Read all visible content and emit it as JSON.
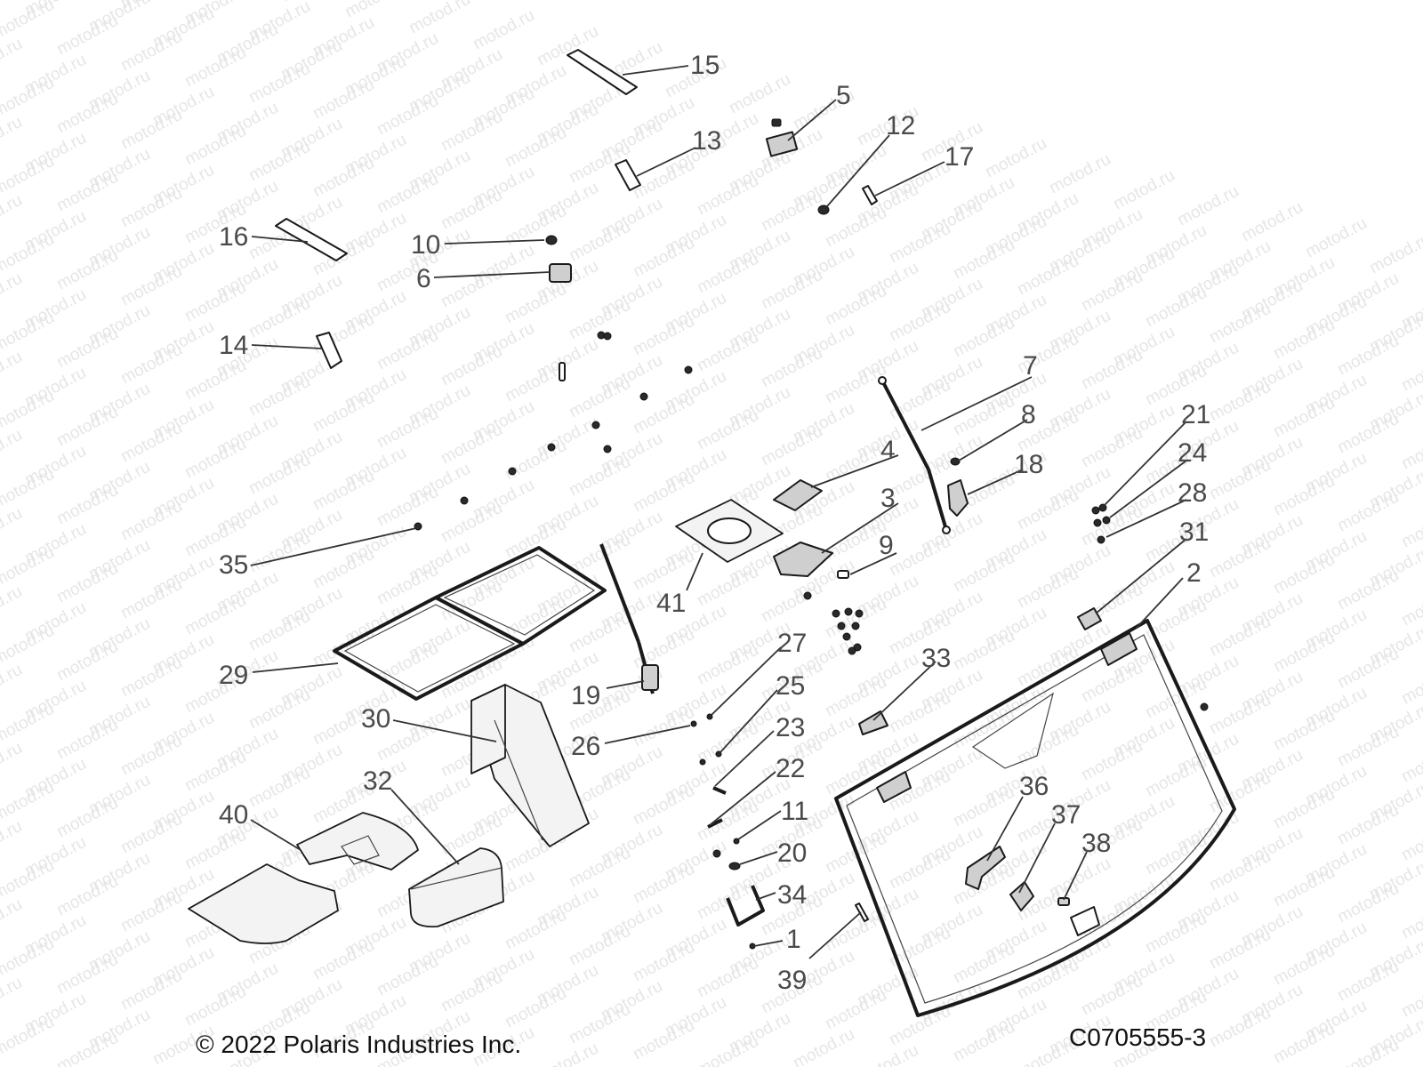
{
  "watermark": "motod.ru",
  "copyright": "© 2022 Polaris Industries Inc.",
  "figure_code": "C0705555-3",
  "callouts": {
    "c1": "1",
    "c2": "2",
    "c3": "3",
    "c4": "4",
    "c5": "5",
    "c6": "6",
    "c7": "7",
    "c8": "8",
    "c9": "9",
    "c10": "10",
    "c11": "11",
    "c12": "12",
    "c13": "13",
    "c14": "14",
    "c15": "15",
    "c16": "16",
    "c17": "17",
    "c18": "18",
    "c19": "19",
    "c20": "20",
    "c21": "21",
    "c22": "22",
    "c23": "23",
    "c24": "24",
    "c25": "25",
    "c26": "26",
    "c27": "27",
    "c28": "28",
    "c29": "29",
    "c30": "30",
    "c31": "31",
    "c32": "32",
    "c33": "33",
    "c34": "34",
    "c35": "35",
    "c36": "36",
    "c37": "37",
    "c38": "38",
    "c39": "39",
    "c40": "40",
    "c41": "41"
  }
}
